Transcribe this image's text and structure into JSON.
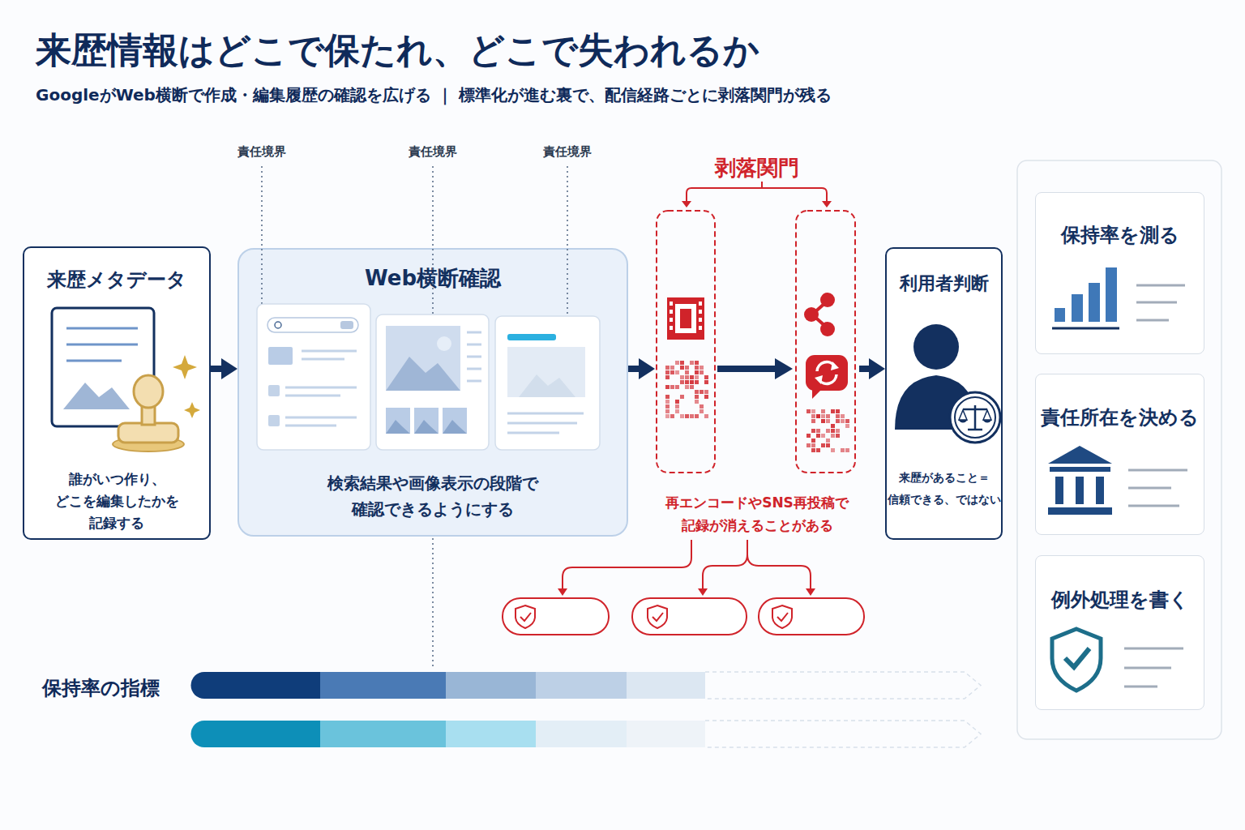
{
  "diagram": {
    "title": "来歴情報はどこで保たれ、どこで失われるか",
    "caption": "GoogleがWeb横断で作成・編集履歴の確認を広げる ｜ 標準化が進む裏で、配信経路ごとに剥落関門が残る",
    "nodes": [
      {
        "text": [
          "来歴メタデータ",
          "誰がいつ作り、 どこを編集したかを 記録する"
        ]
      },
      {
        "text": [
          "Web横断確認",
          "検索結果や画像表示の段階で 確認できるようにする"
        ]
      },
      {
        "text": [
          "剥落関門",
          "再エンコードやSNS再投稿で 記録が消えることがある"
        ]
      },
      {
        "text": [
          "利用者判断",
          "来歴があること＝ 信頼できる、ではない"
        ]
      },
      {
        "text": [
          "保持率を測る"
        ]
      },
      {
        "text": [
          "責任所在を決める"
        ]
      },
      {
        "text": [
          "例外処理を書く"
        ]
      }
    ],
    "edges": [
      {
        "from": 0,
        "to": 1,
        "arrow": "to"
      },
      {
        "from": 1,
        "to": 2,
        "arrow": "to"
      },
      {
        "from": 2,
        "to": 3,
        "arrow": "to"
      }
    ],
    "labels": [
      "責任境界",
      "責任境界",
      "責任境界",
      "保持率の指標"
    ]
  }
}
